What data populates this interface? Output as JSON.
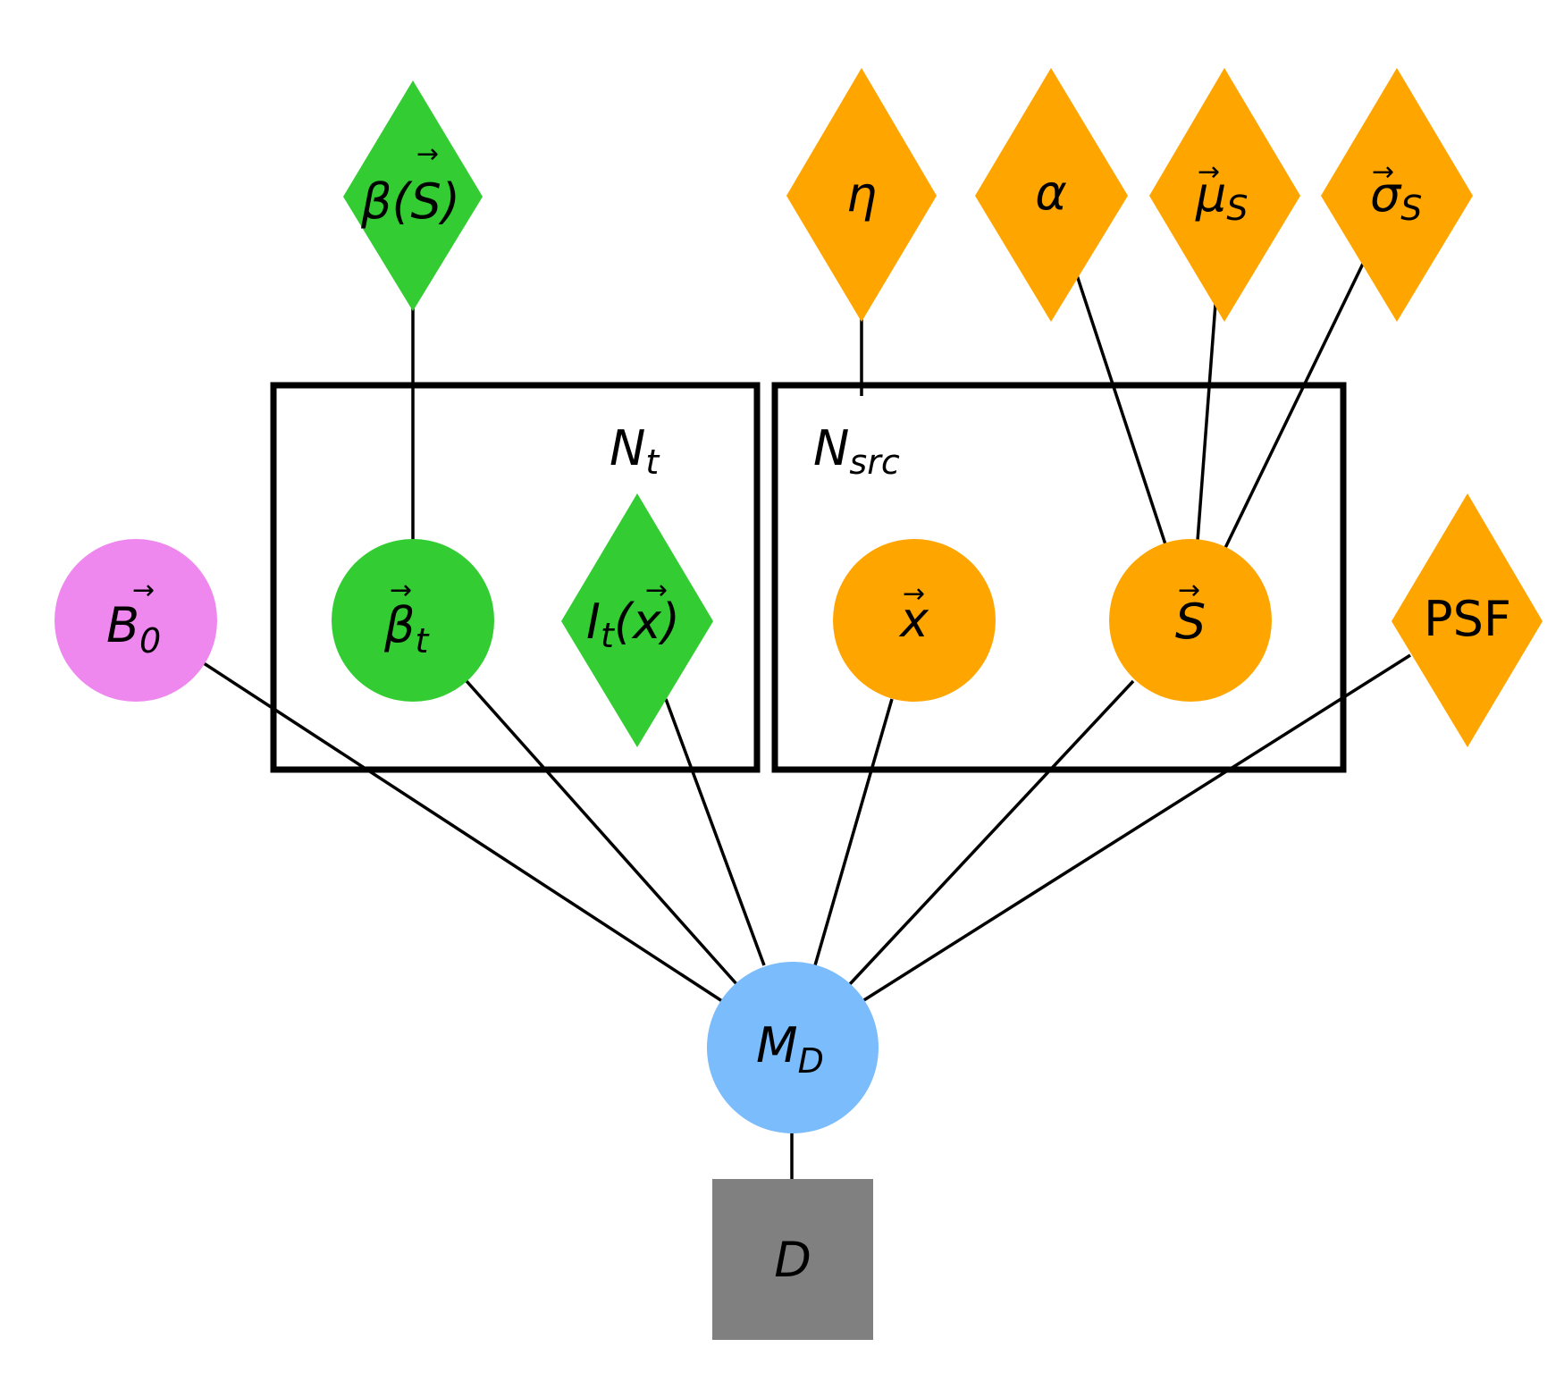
{
  "colors": {
    "orange": "#ffa500",
    "green": "#33cc33",
    "violet": "#ee88ee",
    "blue": "#7bbcfc",
    "gray": "#808080"
  },
  "plates": {
    "time": {
      "label_main": "N",
      "label_sub": "t"
    },
    "sources": {
      "label_main": "N",
      "label_sub": "src"
    }
  },
  "nodes": {
    "beta_S": {
      "shape": "diamond",
      "color": "green",
      "main": "β(",
      "arrowed": "S",
      "tail": ")"
    },
    "eta": {
      "shape": "diamond",
      "color": "orange",
      "main": "η"
    },
    "alpha": {
      "shape": "diamond",
      "color": "orange",
      "main": "α"
    },
    "mu_S": {
      "shape": "diamond",
      "color": "orange",
      "arrowed": "μ",
      "sub": "S"
    },
    "sigma_S": {
      "shape": "diamond",
      "color": "orange",
      "arrowed": "σ",
      "sub": "S"
    },
    "B0": {
      "shape": "circle",
      "color": "violet",
      "arrowed": "B",
      "sub": "0"
    },
    "beta_t": {
      "shape": "circle",
      "color": "green",
      "arrowed": "β",
      "sub": "t"
    },
    "I_t": {
      "shape": "diamond",
      "color": "green",
      "main": "I",
      "sub": "t",
      "open": "(",
      "arrowed": "x",
      "tail": ")"
    },
    "x_vec": {
      "shape": "circle",
      "color": "orange",
      "arrowed": "x"
    },
    "S_vec": {
      "shape": "circle",
      "color": "orange",
      "arrowed": "S"
    },
    "PSF": {
      "shape": "diamond",
      "color": "orange",
      "main": "PSF"
    },
    "M_D": {
      "shape": "circle",
      "color": "blue",
      "main": "M",
      "sub": "D"
    },
    "D": {
      "shape": "square",
      "color": "gray",
      "main": "D"
    }
  },
  "arrow_glyph": "→"
}
